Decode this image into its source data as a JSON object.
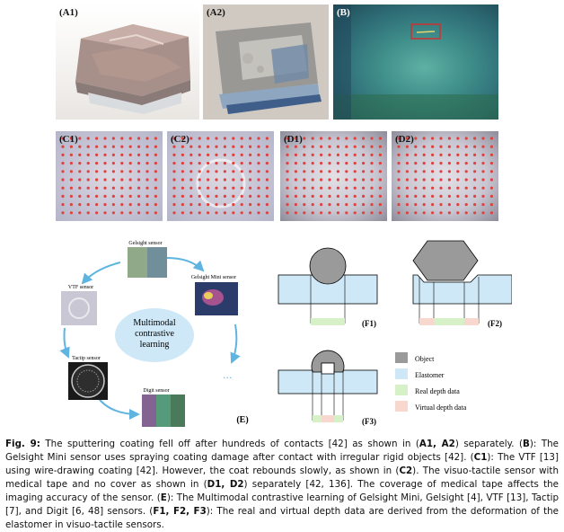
{
  "panels": {
    "a1": "(A1)",
    "a2": "(A2)",
    "b": "(B)",
    "c1": "(C1)",
    "c2": "(C2)",
    "d1": "(D1)",
    "d2": "(D2)",
    "e": "(E)",
    "f1": "(F1)",
    "f2": "(F2)",
    "f3": "(F3)"
  },
  "sensors": {
    "gelsight": "Gelsight sensor",
    "gelsight_mini": "Gelsight Mini sensor",
    "vtf": "VTF sensor",
    "tactip": "Tactip sensor",
    "digit": "Digit sensor",
    "center_line1": "Multimodal",
    "center_line2": "contrastive",
    "center_line3": "learning",
    "dots": "..."
  },
  "legend": {
    "object": "Object",
    "elastomer": "Elastomer",
    "real_depth": "Real depth data",
    "virtual_depth": "Virtual depth data"
  },
  "colors": {
    "object": "#9a9a9a",
    "elastomer": "#cfe8f7",
    "real_depth": "#d6f0c8",
    "virtual_depth": "#f8d7cf",
    "arrow": "#5fb5df",
    "ellipse": "#cfe8f7",
    "marker_dot": "#e0413f"
  },
  "caption": {
    "fig_label": "Fig. 9:",
    "seg1": " The sputtering coating fell off after hundreds of contacts [42] as shown in (",
    "b1": "A1, A2",
    "seg2": ") separately. (",
    "b2": "B",
    "seg3": "): The Gelsight Mini sensor uses spraying coating damage after contact with irregular rigid objects [42]. (",
    "b3": "C1",
    "seg4": "): The VTF [13] using wire-drawing coating [42]. However, the coat rebounds slowly, as shown in (",
    "b4": "C2",
    "seg5": "). The visuo-tactile sensor with medical tape and no cover as shown in (",
    "b5": "D1, D2",
    "seg6": ") separately [42, 136]. The coverage of medical tape affects the imaging accuracy of the sensor. (",
    "b6": "E",
    "seg7": "): The Multimodal contrastive learning of Gelsight Mini, Gelsight [4], VTF [13], Tactip [7], and Digit [6, 48] sensors. (",
    "b7": "F1, F2, F3",
    "seg8": "): The real and virtual depth data are derived from the deformation of the elastomer in visuo-tactile sensors."
  }
}
